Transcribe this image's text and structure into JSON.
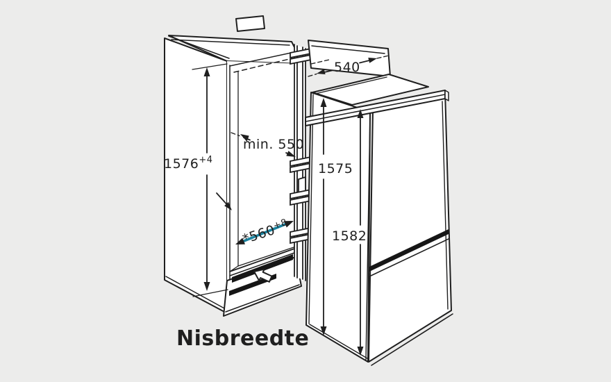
{
  "colors": {
    "background": "#ececeb",
    "ink": "#1f1f1f",
    "accent": "#1b829e",
    "panel": "#ffffff"
  },
  "caption": "Nisbreedte",
  "labels": {
    "niche_height": {
      "base": "1576",
      "sup": "+4"
    },
    "niche_depth": "min. 550",
    "niche_width": {
      "base": "*560",
      "sup": "+8"
    },
    "appliance_depth": "540",
    "appliance_height_front": "1575",
    "appliance_height_total": "1582"
  }
}
